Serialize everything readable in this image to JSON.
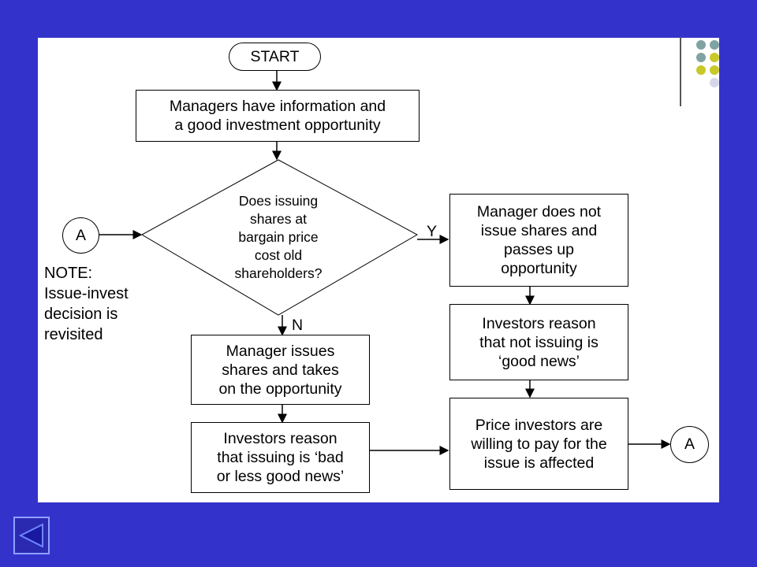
{
  "flowchart": {
    "start": "START",
    "step1_line1": "Managers have information and",
    "step1_line2": "a good investment opportunity",
    "decision_line1": "Does issuing",
    "decision_line2": "shares at",
    "decision_line3": "bargain price",
    "decision_line4": "cost old",
    "decision_line5": "shareholders?",
    "yes_label": "Y",
    "no_label": "N",
    "connector_in": "A",
    "connector_out": "A",
    "yes_box1_line1": "Manager does not",
    "yes_box1_line2": "issue shares and",
    "yes_box1_line3": "passes up",
    "yes_box1_line4": "opportunity",
    "yes_box2_line1": "Investors reason",
    "yes_box2_line2": "that not issuing is",
    "yes_box2_line3": "‘good news’",
    "no_box1_line1": "Manager issues",
    "no_box1_line2": "shares and takes",
    "no_box1_line3": "on the opportunity",
    "no_box2_line1": "Investors reason",
    "no_box2_line2": "that issuing is ‘bad",
    "no_box2_line3": "or less good news’",
    "result_line1": "Price investors are",
    "result_line2": "willing to pay for the",
    "result_line3": "issue is affected"
  },
  "note": {
    "line1": "NOTE:",
    "line2": "Issue-invest",
    "line3": "decision is",
    "line4": "revisited"
  },
  "navigation": {
    "back_icon": "back-triangle-icon"
  },
  "colors": {
    "background": "#3333cc",
    "slide": "#ffffff",
    "decor_teal": "#7fa3a3",
    "decor_olive": "#c8c829",
    "decor_lavender": "#d6d6ea"
  }
}
